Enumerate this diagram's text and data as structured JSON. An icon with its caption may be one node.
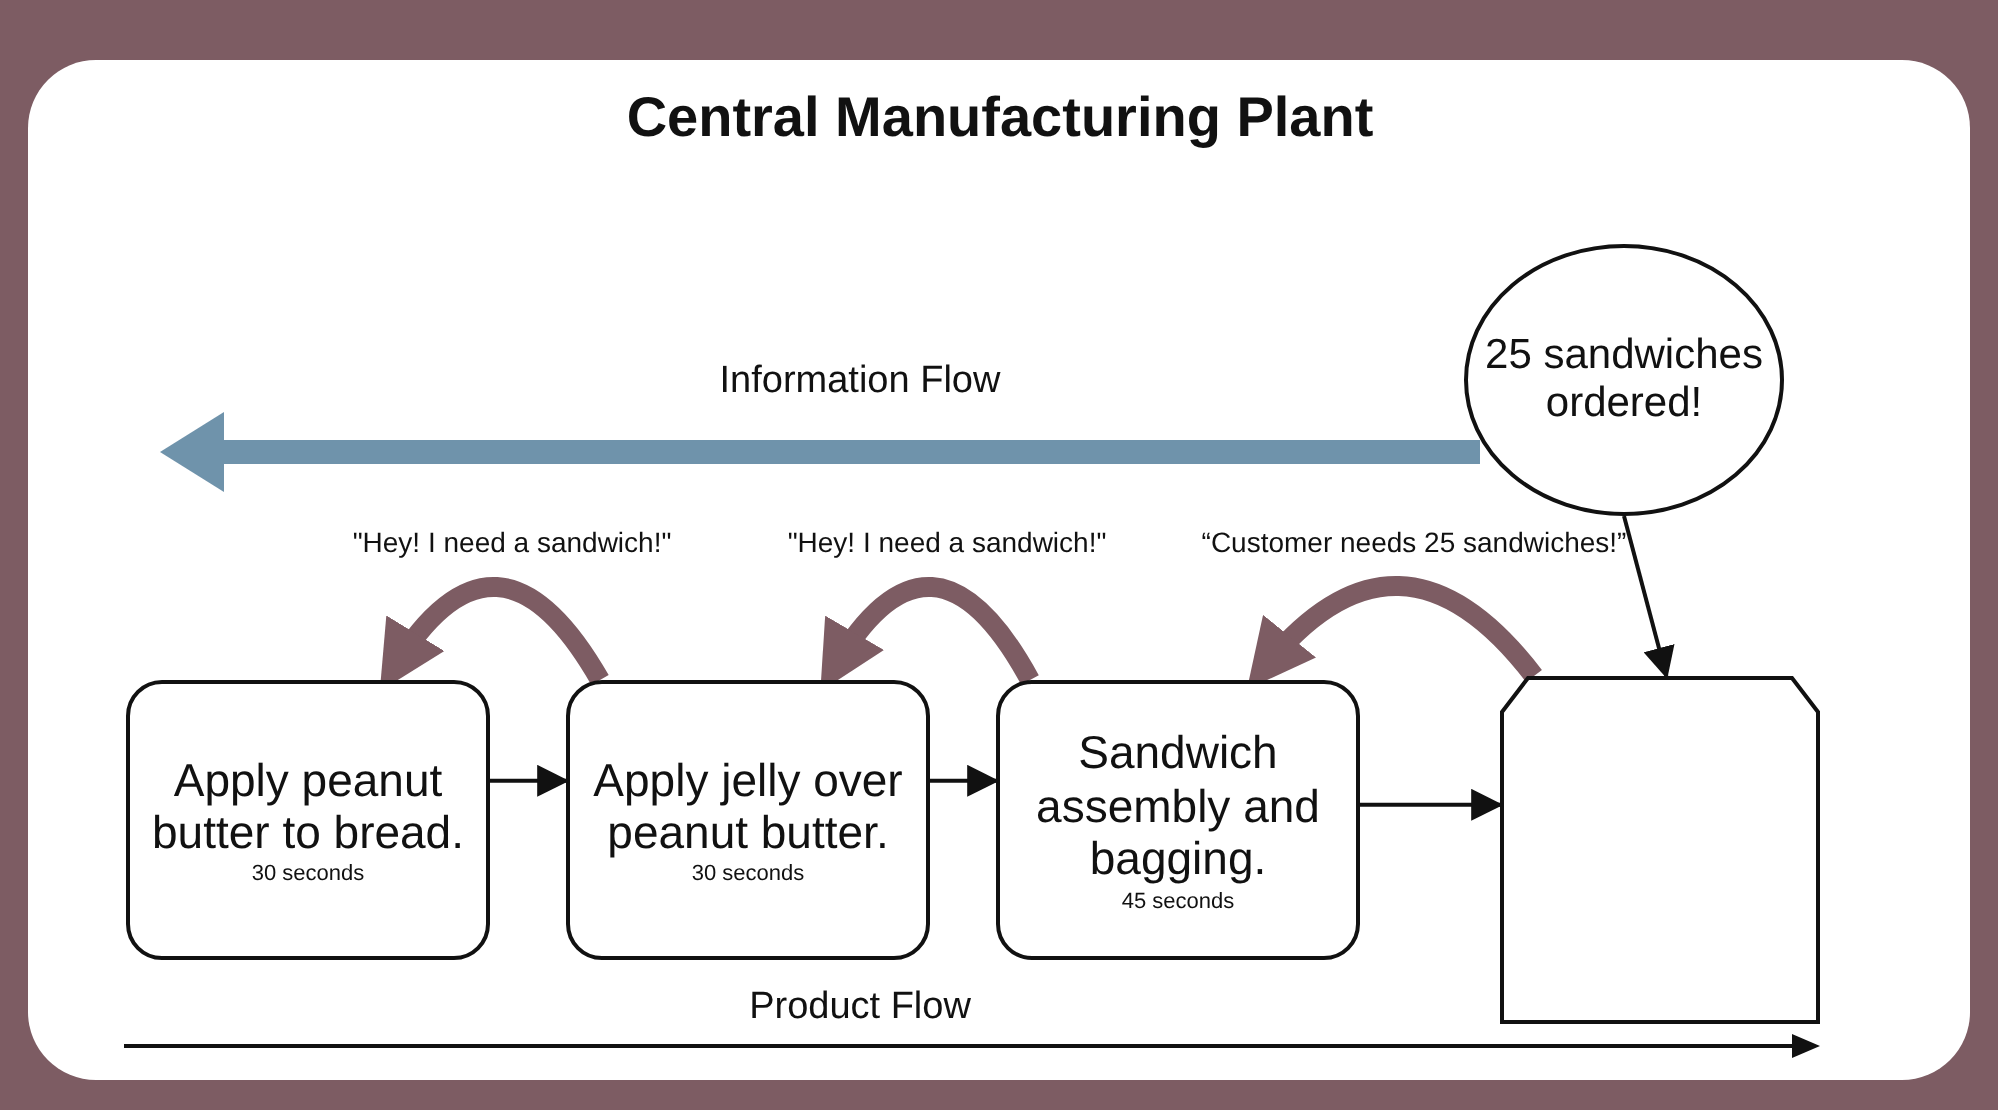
{
  "diagram": {
    "title": "Central Manufacturing Plant",
    "nodes": [
      {
        "text": [
          "Apply peanut butter to bread.",
          "30 seconds"
        ]
      },
      {
        "text": [
          "Apply jelly over peanut butter.",
          "30 seconds"
        ]
      },
      {
        "text": [
          "Sandwich assembly and bagging.",
          "45 seconds"
        ]
      },
      {
        "text": [],
        "shape": "box"
      },
      {
        "text": [
          "25 sandwiches ordered!"
        ]
      }
    ],
    "edges": [
      {
        "from": 0,
        "to": 1,
        "arrow": "to"
      },
      {
        "from": 1,
        "to": 2,
        "arrow": "to"
      },
      {
        "from": 2,
        "to": 3,
        "arrow": "to"
      },
      {
        "from": 4,
        "to": 3,
        "arrow": "to"
      },
      {
        "from": 1,
        "to": 0,
        "arrow": "to",
        "label": "\"Hey! I need a sandwich!\"",
        "style": "thick",
        "color": "#7d5c63"
      },
      {
        "from": 2,
        "to": 1,
        "arrow": "to",
        "label": "\"Hey! I need a sandwich!\"",
        "style": "thick",
        "color": "#7d5c63"
      },
      {
        "from": 3,
        "to": 2,
        "arrow": "to",
        "label": "“Customer needs 25 sandwiches!”",
        "style": "thick",
        "color": "#7d5c63"
      }
    ],
    "labels": [
      "Information Flow",
      "Product Flow"
    ]
  }
}
